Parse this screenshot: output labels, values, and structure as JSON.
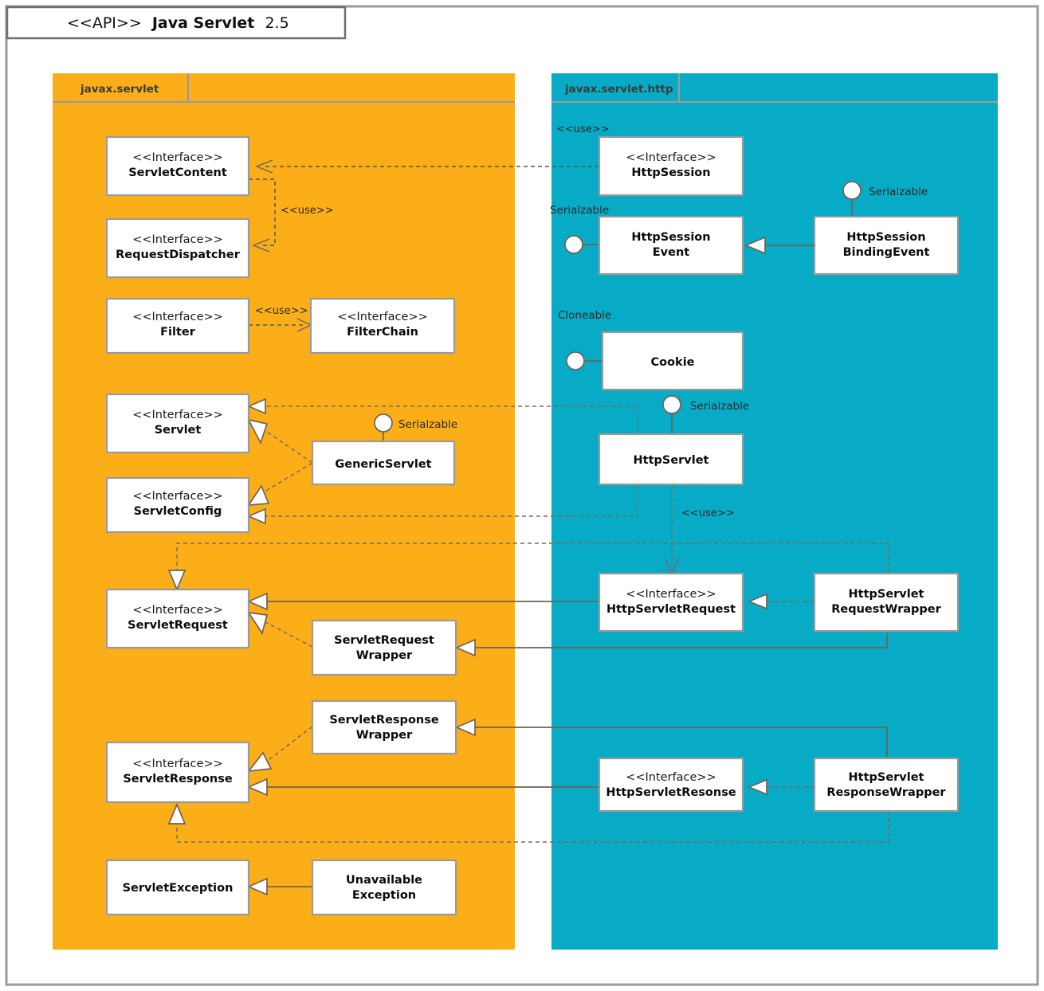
{
  "diagram": {
    "title": {
      "stereotype": "<<API>>",
      "name": "Java Servlet",
      "version": "2.5"
    },
    "packages": [
      {
        "id": "javax-servlet",
        "label": "javax.servlet",
        "color": "#FCAE18"
      },
      {
        "id": "javax-servlet-http",
        "label": "javax.servlet.http",
        "color": "#08ABC5"
      }
    ],
    "stereotype_interface": "<<Interface>>",
    "edge_labels": {
      "use": "<<use>>",
      "serializable": "Serialzable",
      "cloneable": "Cloneable"
    },
    "classes": [
      {
        "id": "servlet-content",
        "stereotype": "<<Interface>>",
        "name": "ServletContent",
        "name2": "",
        "package": "javax.servlet"
      },
      {
        "id": "request-dispatcher",
        "stereotype": "<<Interface>>",
        "name": "RequestDispatcher",
        "name2": "",
        "package": "javax.servlet"
      },
      {
        "id": "filter",
        "stereotype": "<<Interface>>",
        "name": "Filter",
        "name2": "",
        "package": "javax.servlet"
      },
      {
        "id": "filter-chain",
        "stereotype": "<<Interface>>",
        "name": "FilterChain",
        "name2": "",
        "package": "javax.servlet"
      },
      {
        "id": "servlet",
        "stereotype": "<<Interface>>",
        "name": "Servlet",
        "name2": "",
        "package": "javax.servlet"
      },
      {
        "id": "servlet-config",
        "stereotype": "<<Interface>>",
        "name": "ServletConfig",
        "name2": "",
        "package": "javax.servlet"
      },
      {
        "id": "generic-servlet",
        "stereotype": "",
        "name": "GenericServlet",
        "name2": "",
        "package": "javax.servlet"
      },
      {
        "id": "servlet-request",
        "stereotype": "<<Interface>>",
        "name": "ServletRequest",
        "name2": "",
        "package": "javax.servlet"
      },
      {
        "id": "servlet-request-wrapper",
        "stereotype": "",
        "name": "ServletRequest",
        "name2": "Wrapper",
        "package": "javax.servlet"
      },
      {
        "id": "servlet-response-wrapper",
        "stereotype": "",
        "name": "ServletResponse",
        "name2": "Wrapper",
        "package": "javax.servlet"
      },
      {
        "id": "servlet-response",
        "stereotype": "<<Interface>>",
        "name": "ServletResponse",
        "name2": "",
        "package": "javax.servlet"
      },
      {
        "id": "servlet-exception",
        "stereotype": "",
        "name": "ServletException",
        "name2": "",
        "package": "javax.servlet"
      },
      {
        "id": "unavailable-exception",
        "stereotype": "",
        "name": "Unavailable",
        "name2": "Exception",
        "package": "javax.servlet"
      },
      {
        "id": "http-session",
        "stereotype": "<<Interface>>",
        "name": "HttpSession",
        "name2": "",
        "package": "javax.servlet.http"
      },
      {
        "id": "http-session-event",
        "stereotype": "",
        "name": "HttpSession",
        "name2": "Event",
        "package": "javax.servlet.http"
      },
      {
        "id": "http-session-binding-event",
        "stereotype": "",
        "name": "HttpSession",
        "name2": "BindingEvent",
        "package": "javax.servlet.http"
      },
      {
        "id": "cookie",
        "stereotype": "",
        "name": "Cookie",
        "name2": "",
        "package": "javax.servlet.http"
      },
      {
        "id": "http-servlet",
        "stereotype": "",
        "name": "HttpServlet",
        "name2": "",
        "package": "javax.servlet.http"
      },
      {
        "id": "http-servlet-request",
        "stereotype": "<<Interface>>",
        "name": "HttpServletRequest",
        "name2": "",
        "package": "javax.servlet.http"
      },
      {
        "id": "http-servlet-request-wrapper",
        "stereotype": "",
        "name": "HttpServlet",
        "name2": "RequestWrapper",
        "package": "javax.servlet.http"
      },
      {
        "id": "http-servlet-response",
        "stereotype": "<<Interface>>",
        "name": "HttpServletResonse",
        "name2": "",
        "package": "javax.servlet.http"
      },
      {
        "id": "http-servlet-response-wrapper",
        "stereotype": "",
        "name": "HttpServlet",
        "name2": "ResponseWrapper",
        "package": "javax.servlet.http"
      }
    ],
    "lollipops": [
      {
        "id": "lolli-generic-servlet",
        "label": "Serialzable",
        "owner": "generic-servlet"
      },
      {
        "id": "lolli-http-session-binding-event",
        "label": "Serialzable",
        "owner": "http-session-binding-event"
      },
      {
        "id": "lolli-http-session-event",
        "label": "Serialzable",
        "owner": "http-session-event"
      },
      {
        "id": "lolli-cookie",
        "label": "Cloneable",
        "owner": "cookie"
      },
      {
        "id": "lolli-http-servlet",
        "label": "Serialzable",
        "owner": "http-servlet"
      }
    ],
    "relations": [
      {
        "id": "rel-httpsession-uses-servletcontent",
        "from": "http-session",
        "to": "servlet-content",
        "kind": "use",
        "label": "<<use>>"
      },
      {
        "id": "rel-servletcontent-requestdispatcher",
        "from": "servlet-content",
        "to": "request-dispatcher",
        "kind": "use",
        "label": "<<use>>"
      },
      {
        "id": "rel-filter-filterchain",
        "from": "filter",
        "to": "filter-chain",
        "kind": "use",
        "label": "<<use>>"
      },
      {
        "id": "rel-httpservlet-uses-request",
        "from": "http-servlet",
        "to": "http-servlet-request",
        "kind": "use",
        "label": "<<use>>"
      },
      {
        "id": "rel-genericservlet-servlet",
        "from": "generic-servlet",
        "to": "servlet",
        "kind": "realize",
        "label": ""
      },
      {
        "id": "rel-genericservlet-servletconfig",
        "from": "generic-servlet",
        "to": "servlet-config",
        "kind": "realize",
        "label": ""
      },
      {
        "id": "rel-httpservlet-servlet",
        "from": "http-servlet",
        "to": "servlet",
        "kind": "realize",
        "label": ""
      },
      {
        "id": "rel-httpservlet-servletconfig",
        "from": "http-servlet",
        "to": "servlet-config",
        "kind": "realize",
        "label": ""
      },
      {
        "id": "rel-httpservletrequest-servletrequest",
        "from": "http-servlet-request",
        "to": "servlet-request",
        "kind": "inherit",
        "label": ""
      },
      {
        "id": "rel-reqwrapper-httpservletrequest",
        "from": "http-servlet-request-wrapper",
        "to": "http-servlet-request",
        "kind": "realize",
        "label": ""
      },
      {
        "id": "rel-reqwrapper-servletrequestwrapper",
        "from": "http-servlet-request-wrapper",
        "to": "servlet-request-wrapper",
        "kind": "inherit",
        "label": ""
      },
      {
        "id": "rel-servletrequestwrapper-servletrequest",
        "from": "servlet-request-wrapper",
        "to": "servlet-request",
        "kind": "realize",
        "label": ""
      },
      {
        "id": "rel-respwrapper-httpservletresponse",
        "from": "http-servlet-response-wrapper",
        "to": "http-servlet-response",
        "kind": "realize",
        "label": ""
      },
      {
        "id": "rel-respwrapper-servletresponsewrapper",
        "from": "http-servlet-response-wrapper",
        "to": "servlet-response-wrapper",
        "kind": "inherit",
        "label": ""
      },
      {
        "id": "rel-servletresponsewrapper-servletresponse",
        "from": "servlet-response-wrapper",
        "to": "servlet-response",
        "kind": "realize",
        "label": ""
      },
      {
        "id": "rel-httpservletresponse-servletresponse",
        "from": "http-servlet-response",
        "to": "servlet-response",
        "kind": "inherit",
        "label": ""
      },
      {
        "id": "rel-unavailable-servletexception",
        "from": "unavailable-exception",
        "to": "servlet-exception",
        "kind": "inherit",
        "label": ""
      },
      {
        "id": "rel-servletexception-servletresponse",
        "from": "servlet-exception",
        "to": "servlet-response",
        "kind": "realize",
        "label": ""
      }
    ]
  }
}
